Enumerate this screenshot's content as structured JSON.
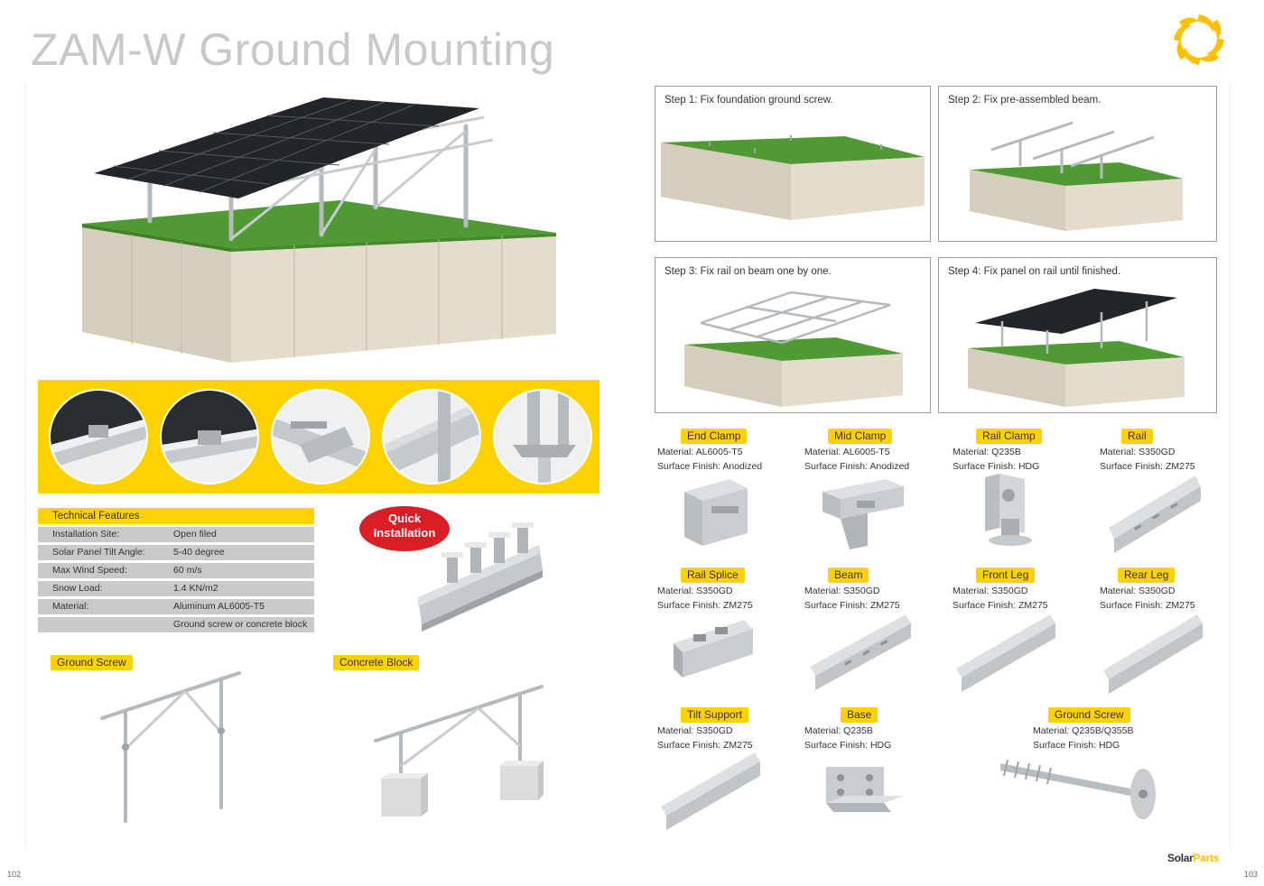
{
  "header": {
    "title": "ZAM-W Ground Mounting",
    "logo_icon": "sun-swirl-logo-icon",
    "accent_color": "#ffd100"
  },
  "technical_features": {
    "title": "Technical  Features",
    "rows": [
      {
        "label": "Installation Site:",
        "value": "Open filed"
      },
      {
        "label": "Solar Panel Tilt Angle:",
        "value": "5-40 degree"
      },
      {
        "label": "Max Wind Speed:",
        "value": "60 m/s"
      },
      {
        "label": "Snow Load:",
        "value": "1.4 KN/m2"
      },
      {
        "label": "Material:",
        "value": "Aluminum AL6005-T5"
      },
      {
        "label": "",
        "value": "Ground screw or concrete block"
      }
    ]
  },
  "quick_installation": {
    "line1": "Quick",
    "line2": "Installation"
  },
  "variants": {
    "ground_screw": "Ground Screw",
    "concrete_block": "Concrete Block"
  },
  "steps": [
    {
      "text": "Step 1: Fix foundation ground screw."
    },
    {
      "text": "Step 2: Fix pre-assembled beam."
    },
    {
      "text": "Step 3: Fix rail on beam one by one."
    },
    {
      "text": "Step 4: Fix panel on rail until finished."
    }
  ],
  "components": [
    {
      "name": "End Clamp",
      "material": "Material:  AL6005-T5",
      "finish": "Surface Finish:   Anodized"
    },
    {
      "name": "Mid Clamp",
      "material": "Material:  AL6005-T5",
      "finish": "Surface Finish:   Anodized"
    },
    {
      "name": "Rail Clamp",
      "material": "Material:  Q235B",
      "finish": "Surface Finish:  HDG"
    },
    {
      "name": "Rail",
      "material": "Material:  S350GD",
      "finish": "Surface Finish:  ZM275"
    },
    {
      "name": "Rail Splice",
      "material": "Material:  S350GD",
      "finish": "Surface Finish:  ZM275"
    },
    {
      "name": "Beam",
      "material": "Material:  S350GD",
      "finish": "Surface Finish:  ZM275"
    },
    {
      "name": "Front Leg",
      "material": "Material:  S350GD",
      "finish": "Surface Finish:  ZM275"
    },
    {
      "name": "Rear Leg",
      "material": "Material:  S350GD",
      "finish": "Surface Finish:  ZM275"
    },
    {
      "name": "Tilt Support",
      "material": "Material:  S350GD",
      "finish": "Surface Finish:  ZM275"
    },
    {
      "name": "Base",
      "material": "Material:  Q235B",
      "finish": "Surface Finish:  HDG"
    },
    {
      "name": "Ground Screw",
      "material": "Material:  Q235B/Q355B",
      "finish": "Surface Finish:  HDG"
    }
  ],
  "footer": {
    "brand_part1": "Solar",
    "brand_part2": "Parts",
    "page_left": "102",
    "page_right": "103"
  }
}
